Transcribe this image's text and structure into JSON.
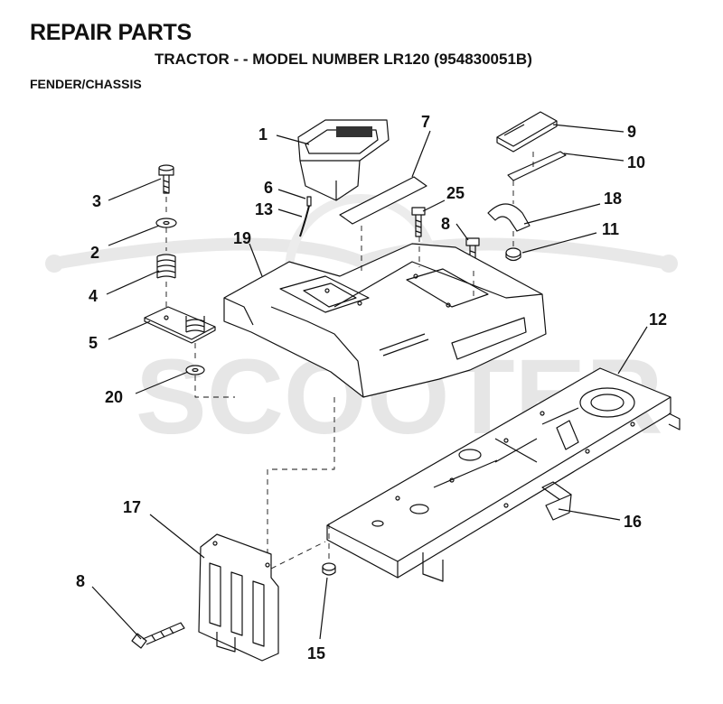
{
  "header": {
    "title": "REPAIR PARTS",
    "subtitle": "TRACTOR - - MODEL NUMBER LR120 (954830051B)",
    "section": "FENDER/CHASSIS"
  },
  "watermark": {
    "text": "SCOOTER"
  },
  "callouts": {
    "c1": "1",
    "c7": "7",
    "c9": "9",
    "c10": "10",
    "c3": "3",
    "c6": "6",
    "c13": "13",
    "c25": "25",
    "c18": "18",
    "c2": "2",
    "c8a": "8",
    "c11": "11",
    "c19": "19",
    "c4": "4",
    "c5": "5",
    "c12": "12",
    "c20": "20",
    "c17": "17",
    "c16": "16",
    "c8b": "8",
    "c15": "15"
  },
  "colors": {
    "line": "#111111",
    "watermark": "#e6e6e6",
    "background": "#ffffff"
  }
}
